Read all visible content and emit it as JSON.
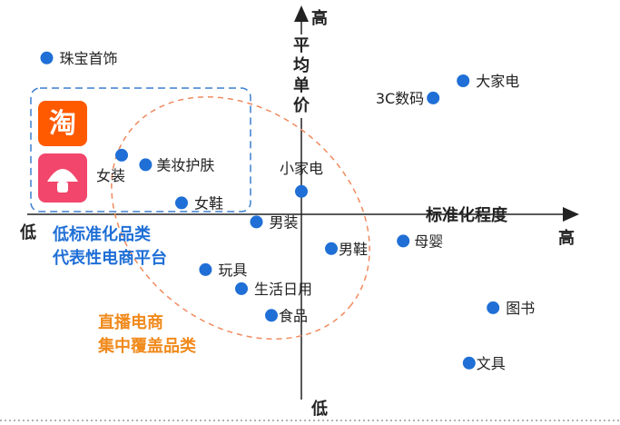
{
  "chart_data": {
    "type": "scatter",
    "xlabel": "标准化程度",
    "ylabel": "平均单价",
    "x_high": "高",
    "x_low": "低",
    "y_high": "高",
    "y_low": "低",
    "xlim": [
      -10,
      10
    ],
    "ylim": [
      -10,
      10
    ],
    "points": [
      {
        "label": "珠宝首饰",
        "x": -8.5,
        "y": 8.2
      },
      {
        "label": "大家电",
        "x": 5.4,
        "y": 7.0
      },
      {
        "label": "3C数码",
        "x": 4.4,
        "y": 6.1
      },
      {
        "label": "女装",
        "x": -6.0,
        "y": 3.1
      },
      {
        "label": "美妆护肤",
        "x": -5.2,
        "y": 2.6
      },
      {
        "label": "小家电",
        "x": 0.0,
        "y": 1.2
      },
      {
        "label": "女鞋",
        "x": -4.0,
        "y": 0.6
      },
      {
        "label": "男装",
        "x": -1.5,
        "y": -0.4
      },
      {
        "label": "母婴",
        "x": 3.4,
        "y": -1.4
      },
      {
        "label": "男鞋",
        "x": 1.0,
        "y": -1.8
      },
      {
        "label": "玩具",
        "x": -3.2,
        "y": -2.9
      },
      {
        "label": "生活日用",
        "x": -2.0,
        "y": -3.9
      },
      {
        "label": "食品",
        "x": -1.0,
        "y": -5.3
      },
      {
        "label": "图书",
        "x": 6.4,
        "y": -4.9
      },
      {
        "label": "文具",
        "x": 5.6,
        "y": -7.8
      }
    ],
    "annotations": {
      "low_std_line1": "低标准化品类",
      "low_std_line2": "代表性电商平台",
      "live_line1": "直播电商",
      "live_line2": "集中覆盖品类"
    },
    "platform_icons": [
      "taobao-logo",
      "mogujie-logo"
    ],
    "colors": {
      "point": "#1f6fd6",
      "blue_note": "#1f6fd6",
      "orange_note": "#f08a1c",
      "dashed_ellipse": "#f08a5d",
      "dashed_box": "#3b7fd0",
      "taobao": "#ff5a00",
      "mogujie": "#f2466c"
    }
  }
}
